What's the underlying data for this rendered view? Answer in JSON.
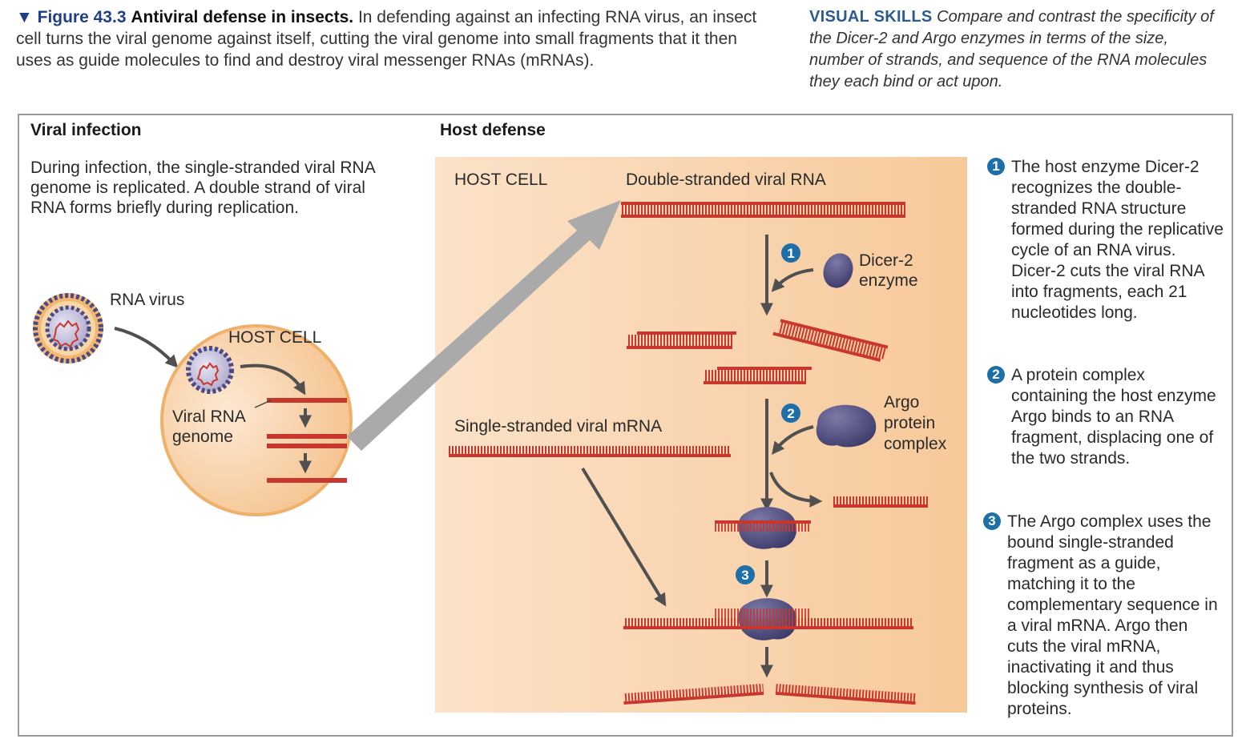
{
  "caption": {
    "figure_number": "▼ Figure 43.3",
    "title": "Antiviral defense in insects.",
    "text": "In defending against an infecting RNA virus, an insect cell turns the viral genome against itself, cutting the viral genome into small fragments that it then uses as guide molecules to find and destroy viral messenger RNAs (mRNAs)."
  },
  "visual_skills": {
    "label": "VISUAL SKILLS",
    "text": "Compare and contrast the specificity of the Dicer-2 and Argo enzymes in terms of the size, number of strands, and sequence of the RNA molecules they each bind or act upon."
  },
  "viral_infection": {
    "heading": "Viral infection",
    "description": "During infection, the single-stranded viral RNA genome is replicated. A double strand of viral RNA forms briefly during replication.",
    "rna_virus_label": "RNA virus",
    "host_cell_label": "HOST CELL",
    "viral_rna_genome_label_1": "Viral RNA",
    "viral_rna_genome_label_2": "genome"
  },
  "host_defense": {
    "heading": "Host defense",
    "host_cell_label": "HOST CELL",
    "ds_rna_label": "Double-stranded viral RNA",
    "ss_mrna_label": "Single-stranded viral mRNA",
    "dicer_label_1": "Dicer-2",
    "dicer_label_2": "enzyme",
    "argo_label_1": "Argo",
    "argo_label_2": "protein",
    "argo_label_3": "complex"
  },
  "badges": [
    "1",
    "2",
    "3"
  ],
  "steps": [
    {
      "number": "1",
      "text": "The host enzyme Dicer-2 recognizes the double-stranded RNA structure formed during the replicative cycle of an RNA virus. Dicer-2 cuts the viral RNA into fragments, each 21 nucleotides long."
    },
    {
      "number": "2",
      "text": "A protein complex containing the host enzyme Argo binds to an RNA fragment, displacing one of the two strands."
    },
    {
      "number": "3",
      "text": "The Argo complex uses the bound single-stranded fragment as a guide, matching it to the complementary sequence in a viral mRNA. Argo then cuts the viral mRNA, inactivating it and thus blocking synthesis of viral proteins."
    }
  ],
  "colors": {
    "rna": "#c8372d",
    "protein": "#4a4878",
    "arrow": "#505050",
    "badge": "#1e6ea8",
    "host_cell": "#f6c58c",
    "host_panel": "#f9d3ac"
  }
}
